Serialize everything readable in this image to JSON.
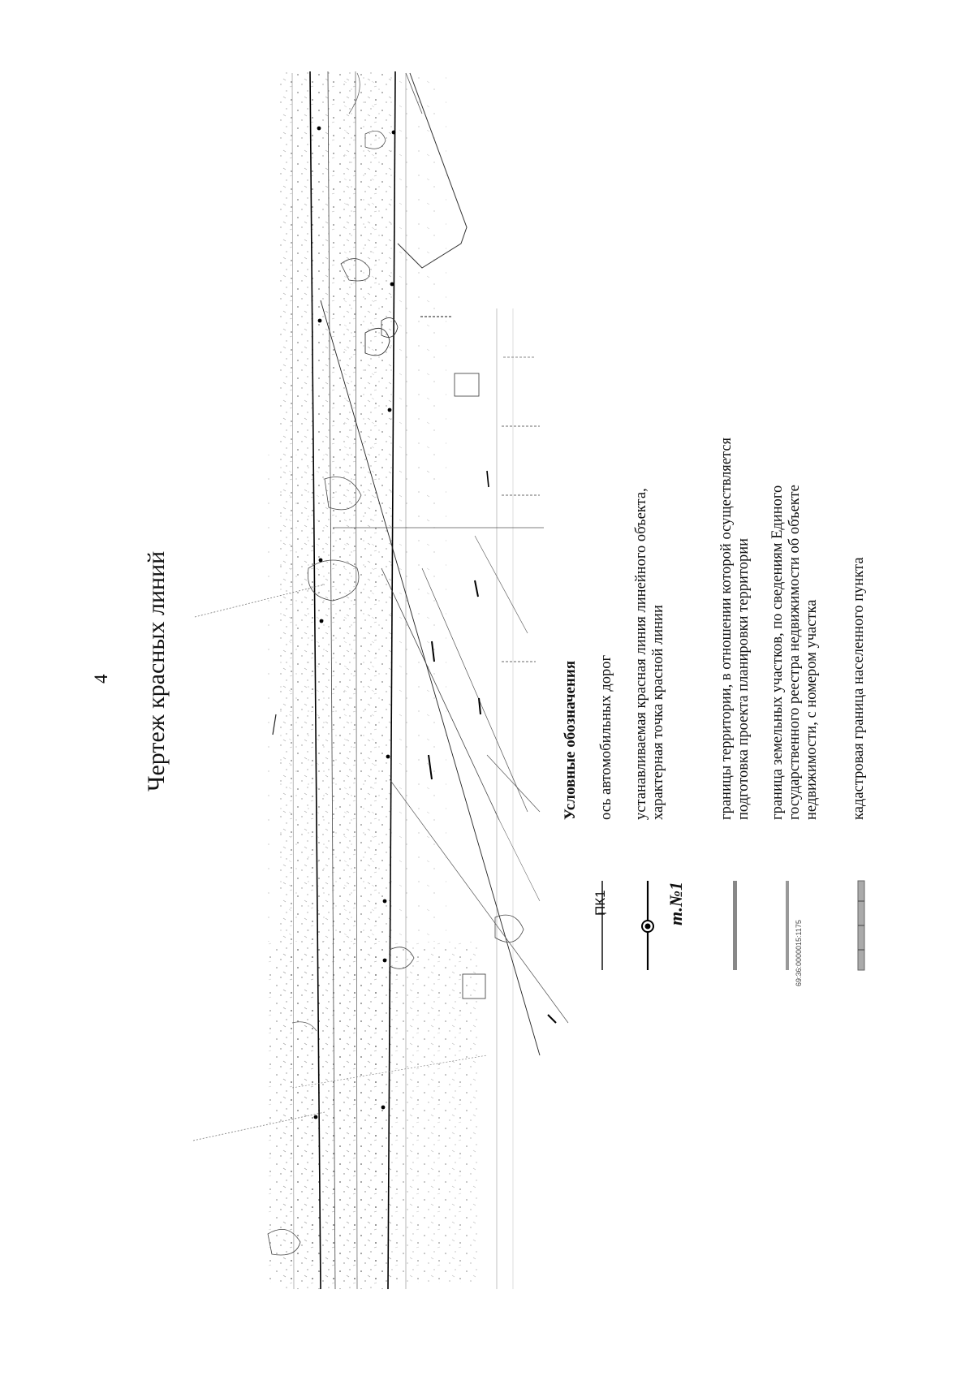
{
  "page": {
    "number": "4",
    "title": "Чертеж красных линий"
  },
  "legend": {
    "heading": "Условные обозначения",
    "items": [
      {
        "symbol_label": "ПК1",
        "text_lines": [
          "ось автомобильных дорог"
        ]
      },
      {
        "symbol_label": "т.№1",
        "text_lines": [
          "устанавливаемая красная линия линейного объекта,",
          "характерная точка красной линии"
        ]
      },
      {
        "symbol_label": "",
        "text_lines": [
          "границы территории, в отношении которой осуществляется",
          "подготовка проекта планировки территории"
        ]
      },
      {
        "symbol_label": "69:36:0000015:1175",
        "text_lines": [
          "граница земельных участков, по сведениям Единого",
          "государственного реестра недвижимости об объекте",
          "недвижимости, с номером участка"
        ]
      },
      {
        "symbol_label": "",
        "text_lines": [
          "кадастровая граница населенного пункта"
        ]
      }
    ]
  }
}
